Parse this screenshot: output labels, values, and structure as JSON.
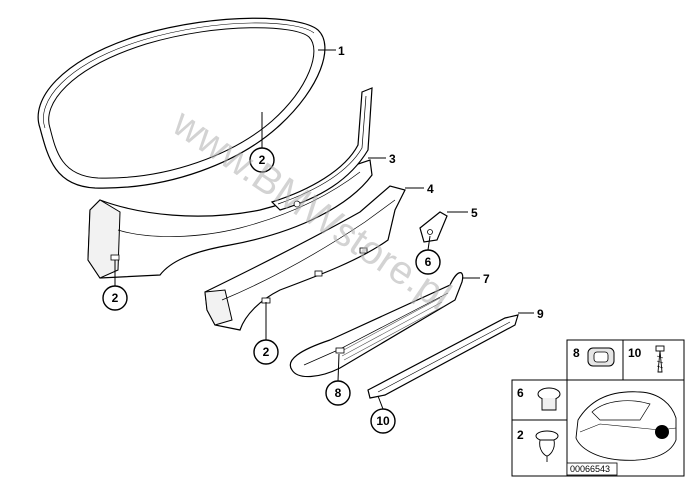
{
  "watermark": "www.BMWstore.pl",
  "diagram_id": "00066543",
  "callouts": {
    "p1": "1",
    "p3": "3",
    "p4": "4",
    "p5": "5",
    "p7": "7",
    "p9": "9"
  },
  "circles": {
    "c2a": "2",
    "c2b": "2",
    "c2c": "2",
    "c6": "6",
    "c8": "8",
    "c10": "10"
  },
  "inset": {
    "n8": "8",
    "n10": "10",
    "n6": "6",
    "n2": "2"
  }
}
